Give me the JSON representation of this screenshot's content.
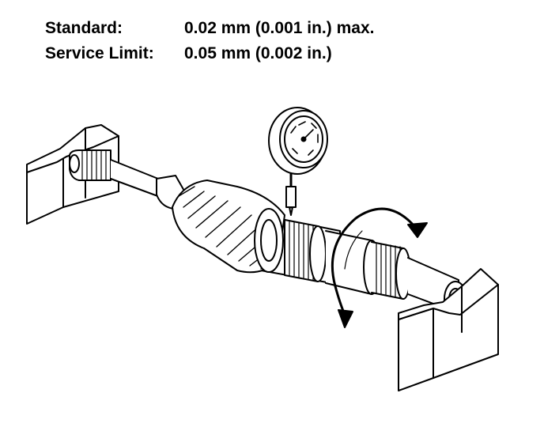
{
  "specs": {
    "standard_label": "Standard:",
    "standard_value": "0.02 mm (0.001 in.) max.",
    "limit_label": "Service Limit:",
    "limit_value": "0.05 mm (0.002 in.)"
  },
  "illustration": {
    "icons": [
      "v-block-icon",
      "shaft-icon",
      "gear-icon",
      "dial-indicator-icon",
      "rotation-arrow-icon"
    ],
    "ink_color": "#000000",
    "paper_color": "#ffffff"
  }
}
